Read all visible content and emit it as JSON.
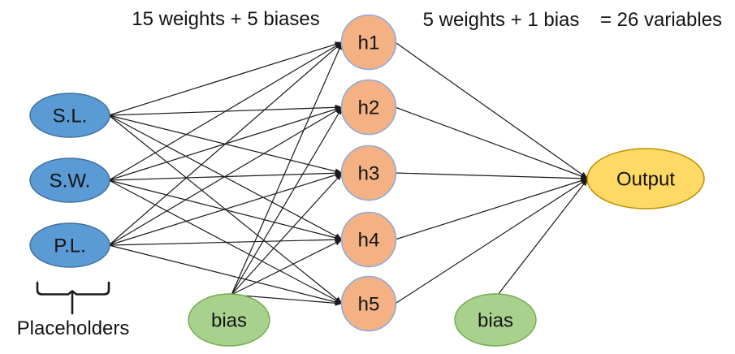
{
  "annotations": {
    "hidden_layer_count": "15 weights + 5 biases",
    "output_layer_count": "5 weights + 1 bias",
    "total_variables": "= 26 variables",
    "placeholders_label": "Placeholders"
  },
  "diagram": {
    "type": "neural-network",
    "nodes": [
      {
        "id": "sl",
        "label": "S.L.",
        "role": "input"
      },
      {
        "id": "sw",
        "label": "S.W.",
        "role": "input"
      },
      {
        "id": "pl",
        "label": "P.L.",
        "role": "input"
      },
      {
        "id": "h1",
        "label": "h1",
        "role": "hidden"
      },
      {
        "id": "h2",
        "label": "h2",
        "role": "hidden"
      },
      {
        "id": "h3",
        "label": "h3",
        "role": "hidden"
      },
      {
        "id": "h4",
        "label": "h4",
        "role": "hidden"
      },
      {
        "id": "h5",
        "label": "h5",
        "role": "hidden"
      },
      {
        "id": "bias1",
        "label": "bias",
        "role": "bias"
      },
      {
        "id": "bias2",
        "label": "bias",
        "role": "bias"
      },
      {
        "id": "out",
        "label": "Output",
        "role": "output"
      }
    ],
    "edges": [
      [
        "sl",
        "h1"
      ],
      [
        "sl",
        "h2"
      ],
      [
        "sl",
        "h3"
      ],
      [
        "sl",
        "h4"
      ],
      [
        "sl",
        "h5"
      ],
      [
        "sw",
        "h1"
      ],
      [
        "sw",
        "h2"
      ],
      [
        "sw",
        "h3"
      ],
      [
        "sw",
        "h4"
      ],
      [
        "sw",
        "h5"
      ],
      [
        "pl",
        "h1"
      ],
      [
        "pl",
        "h2"
      ],
      [
        "pl",
        "h3"
      ],
      [
        "pl",
        "h4"
      ],
      [
        "pl",
        "h5"
      ],
      [
        "bias1",
        "h1"
      ],
      [
        "bias1",
        "h2"
      ],
      [
        "bias1",
        "h3"
      ],
      [
        "bias1",
        "h4"
      ],
      [
        "bias1",
        "h5"
      ],
      [
        "h1",
        "out"
      ],
      [
        "h2",
        "out"
      ],
      [
        "h3",
        "out"
      ],
      [
        "h4",
        "out"
      ],
      [
        "h5",
        "out"
      ],
      [
        "bias2",
        "out"
      ]
    ],
    "colors": {
      "input_fill": "#5B9BD5",
      "input_stroke": "#41719C",
      "hidden_fill": "#F4B183",
      "hidden_stroke": "#8FAADC",
      "bias_fill": "#A9D18E",
      "bias_stroke": "#70AD47",
      "output_fill": "#FFD966",
      "output_stroke": "#BF9000",
      "edge": "#1a1a1a"
    }
  }
}
